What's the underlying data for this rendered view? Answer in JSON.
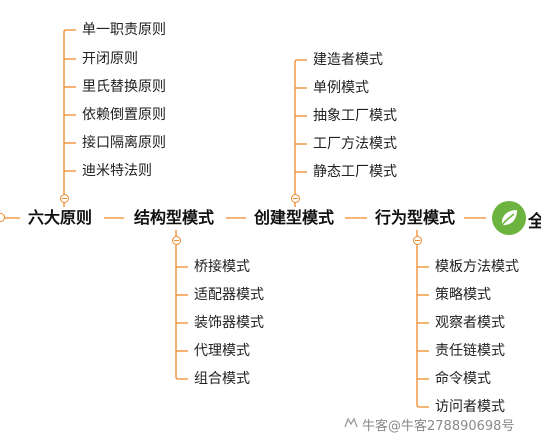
{
  "principles": {
    "title": "六大原则",
    "items": [
      "单一职责原则",
      "开闭原则",
      "里氏替换原则",
      "依赖倒置原则",
      "接口隔离原则",
      "迪米特法则"
    ]
  },
  "structural": {
    "title": "结构型模式",
    "items": [
      "桥接模式",
      "适配器模式",
      "装饰器模式",
      "代理模式",
      "组合模式"
    ]
  },
  "creational": {
    "title": "创建型模式",
    "items": [
      "建造者模式",
      "单例模式",
      "抽象工厂模式",
      "工厂方法模式",
      "静态工厂模式"
    ]
  },
  "behavioral": {
    "title": "行为型模式",
    "items": [
      "模板方法模式",
      "策略模式",
      "观察者模式",
      "责任链模式",
      "命令模式",
      "访问者模式"
    ]
  },
  "end_node": {
    "label": "全"
  },
  "watermark": {
    "text": "牛客@牛客278890698号"
  },
  "colors": {
    "connector": "#f08a2a",
    "logo": "#6db33f"
  }
}
